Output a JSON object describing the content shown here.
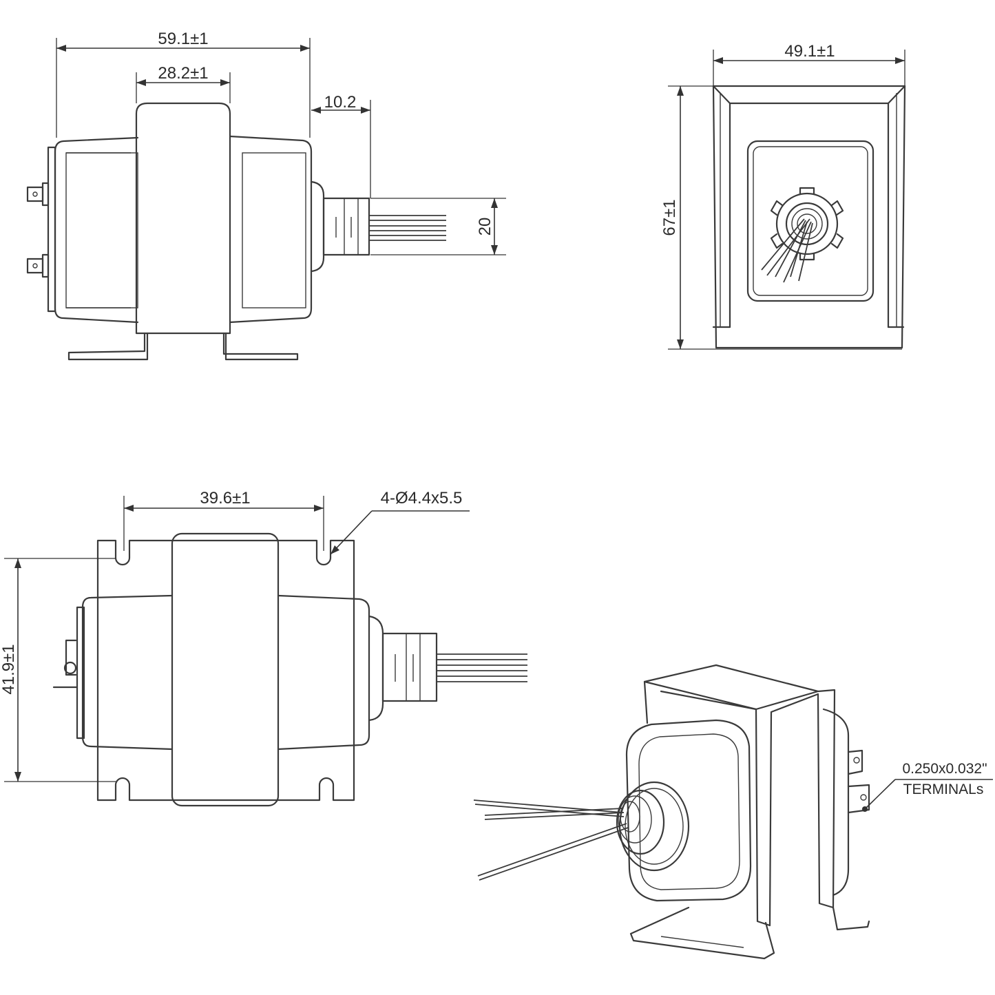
{
  "drawing": {
    "side_view": {
      "overall_length": "59.1±1",
      "core_width": "28.2±1",
      "bushing_length": "10.2",
      "wire_bundle_height": "20"
    },
    "end_view": {
      "width": "49.1±1",
      "height": "67±1"
    },
    "top_view": {
      "mounting_hole_spacing": "39.6±1",
      "mounting_holes": "4-Ø4.4x5.5",
      "depth": "41.9±1"
    },
    "isometric_view": {
      "terminal_size": "0.250x0.032\"",
      "terminal_label": "TERMINALs"
    }
  }
}
